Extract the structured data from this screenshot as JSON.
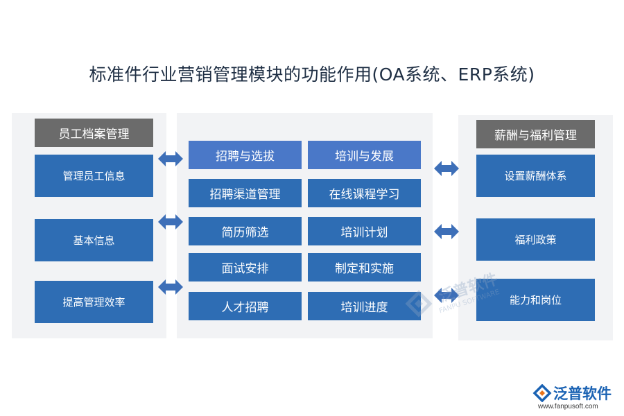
{
  "title": "标准件行业营销管理模块的功能作用(OA系统、ERP系统)",
  "left": {
    "header": "员工档案管理",
    "items": [
      "管理员工信息",
      "基本信息",
      "提高管理效率"
    ]
  },
  "middle": {
    "rows": [
      [
        "招聘与选拔",
        "培训与发展"
      ],
      [
        "招聘渠道管理",
        "在线课程学习"
      ],
      [
        "简历筛选",
        "培训计划"
      ],
      [
        "面试安排",
        "制定和实施"
      ],
      [
        "人才招聘",
        "培训进度"
      ]
    ]
  },
  "right": {
    "header": "薪酬与福利管理",
    "items": [
      "设置薪酬体系",
      "福利政策",
      "能力和岗位"
    ]
  },
  "watermark": {
    "text": "泛普软件",
    "sub": "FANPU SOFTWARE"
  },
  "logo": {
    "text": "泛普软件",
    "url": "www.fanpusoft.com"
  },
  "colors": {
    "box": "#2e6db4",
    "box_light": "#4a78c8",
    "header": "#6b6b6b",
    "arrow": "#3d6fb8",
    "panel": "#f2f3f5"
  }
}
